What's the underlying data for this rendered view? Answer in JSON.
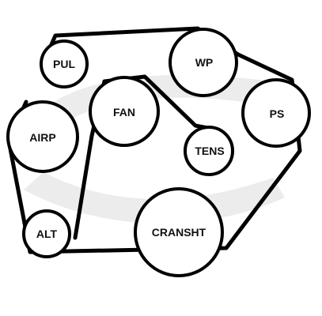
{
  "diagram": {
    "pulleys": [
      {
        "id": "pul",
        "label": "PUL"
      },
      {
        "id": "wp",
        "label": "WP"
      },
      {
        "id": "fan",
        "label": "FAN"
      },
      {
        "id": "ps",
        "label": "PS"
      },
      {
        "id": "airp",
        "label": "AIRP"
      },
      {
        "id": "tens",
        "label": "TENS"
      },
      {
        "id": "alt",
        "label": "ALT"
      },
      {
        "id": "cranksht",
        "label": "CRANSHT"
      }
    ],
    "colors": {
      "stroke": "#000000",
      "fill": "#ffffff",
      "watermark": "#ececec"
    }
  }
}
